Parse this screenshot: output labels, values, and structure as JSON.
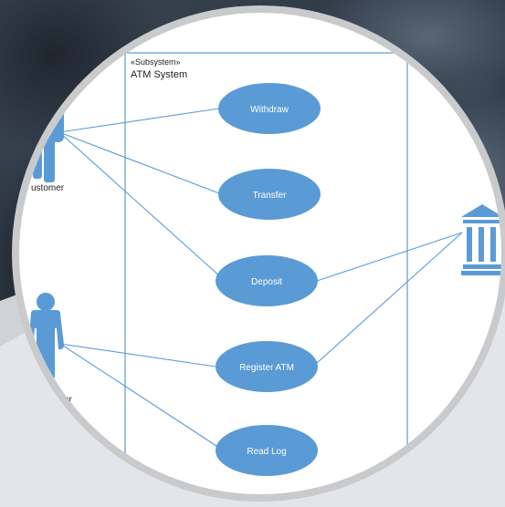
{
  "colors": {
    "background_dark": "#26303b",
    "ring": "#c9cacc",
    "diagram_bg": "#ffffff",
    "boundary": "#5b9bd5",
    "usecase_fill": "#5b9bd5",
    "usecase_text": "#ffffff",
    "actor": "#5b9bd5",
    "line": "#5b9bd5",
    "text": "#222222"
  },
  "subsystem": {
    "stereotype": "«Subsystem»",
    "name": "ATM System"
  },
  "actors": {
    "customer": {
      "label": "ustomer",
      "icon": "person-icon"
    },
    "operator": {
      "label": "or",
      "icon": "person-icon"
    },
    "bank": {
      "icon": "bank-building-icon"
    }
  },
  "use_cases": {
    "withdraw": "Withdraw",
    "transfer": "Transfer",
    "deposit": "Deposit",
    "register_atm": "Register ATM",
    "read_log": "Read Log"
  }
}
